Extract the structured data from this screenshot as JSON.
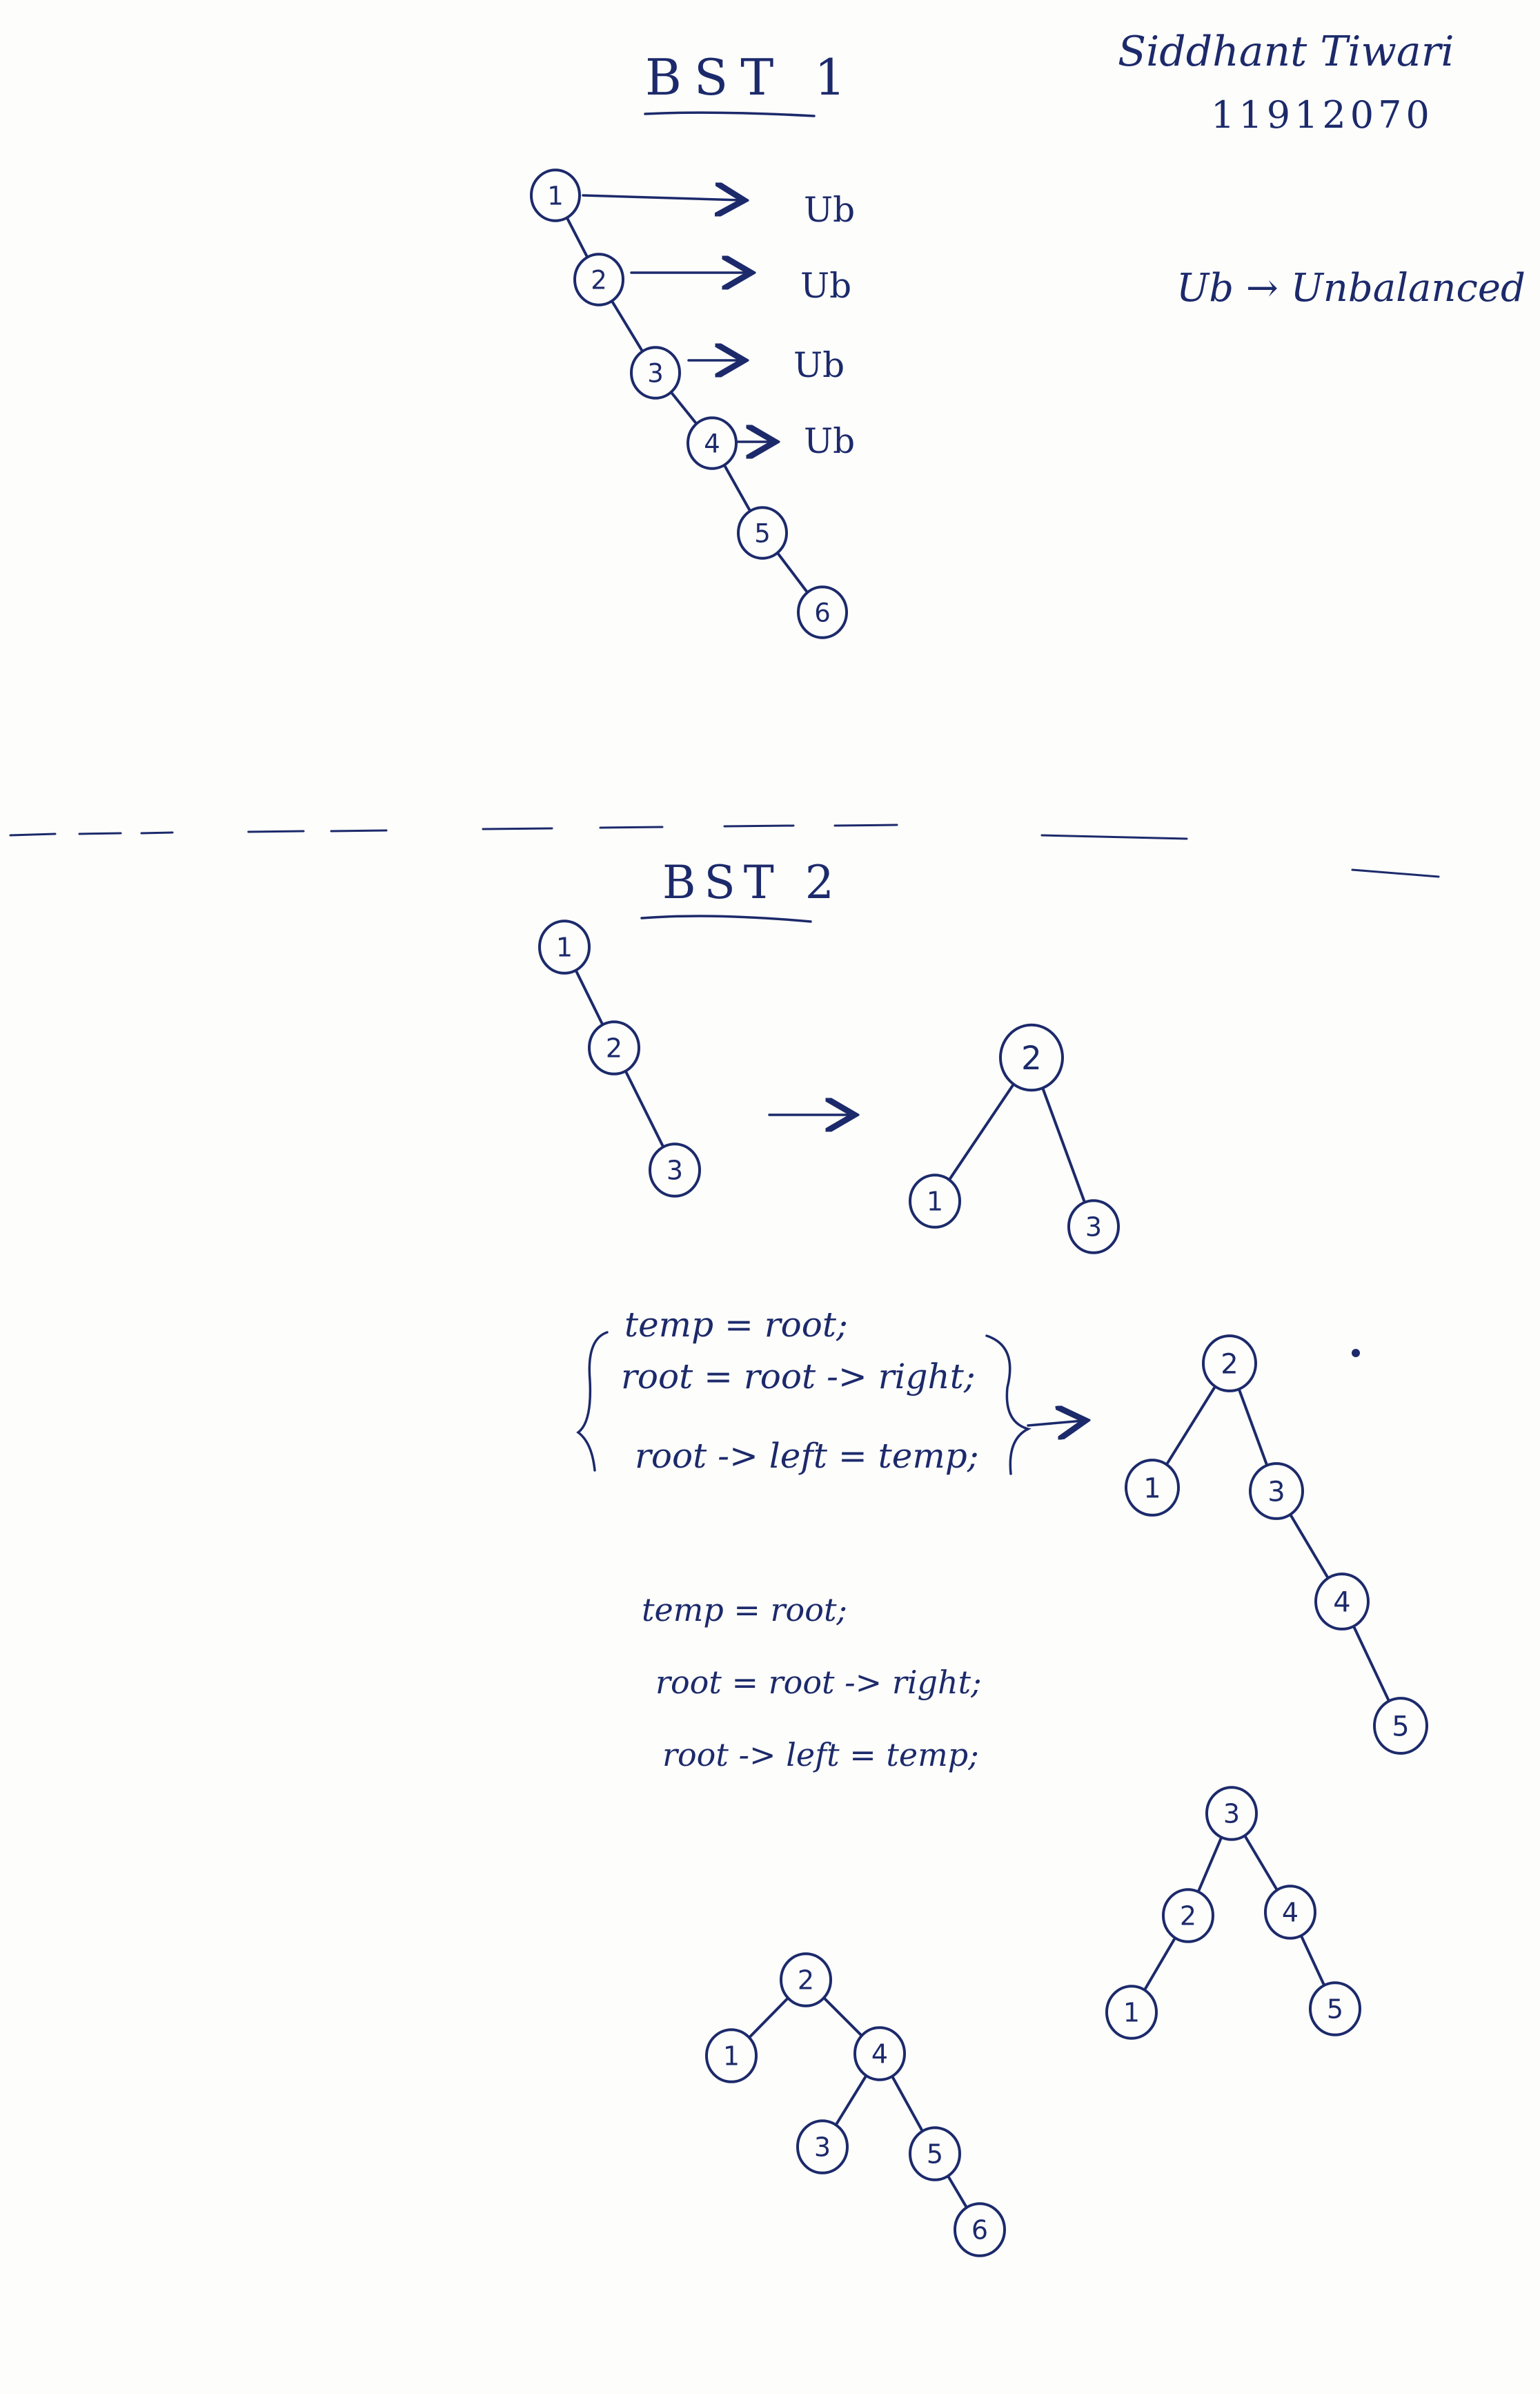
{
  "author": {
    "name": "Siddhant Tiwari",
    "id": "11912070"
  },
  "legend": {
    "key": "Ub",
    "arrow": "→",
    "meaning": "Unbalanced"
  },
  "bst1": {
    "title": "BST 1",
    "nodes": [
      "1",
      "2",
      "3",
      "4",
      "5",
      "6"
    ],
    "labels": [
      "Ub",
      "Ub",
      "Ub",
      "Ub"
    ]
  },
  "bst2": {
    "title": "BST 2",
    "before_nodes": [
      "1",
      "2",
      "3"
    ],
    "after_nodes": [
      "2",
      "1",
      "3"
    ]
  },
  "code_block_1": {
    "lines": [
      "temp = root;",
      "root = root -> right;",
      "root -> left = temp;"
    ]
  },
  "code_block_2": {
    "lines": [
      "temp = root;",
      "root = root -> right;",
      "root -> left = temp;"
    ]
  },
  "tree_a": {
    "nodes": [
      "2",
      "1",
      "3",
      "4",
      "5"
    ]
  },
  "tree_b": {
    "nodes": [
      "3",
      "2",
      "4",
      "1",
      "5"
    ]
  },
  "tree_c": {
    "nodes": [
      "2",
      "1",
      "4",
      "3",
      "5",
      "6"
    ]
  }
}
